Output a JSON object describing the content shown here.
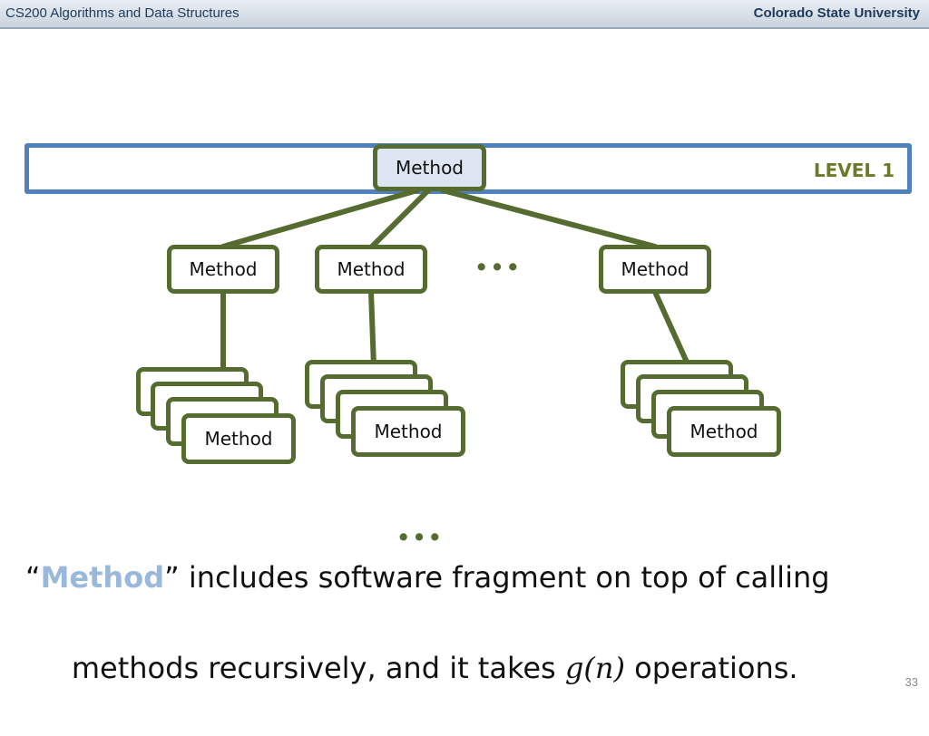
{
  "header": {
    "left_title": "CS200 Algorithms and Data Structures",
    "right_title": "Colorado State University"
  },
  "diagram": {
    "level_label": "LEVEL 1",
    "node_label": "Method",
    "ellipsis": "..."
  },
  "caption": {
    "open_quote": "“",
    "highlight": "Method",
    "close_quote_text": "” includes software fragment on top of calling",
    "line2_pre": " methods recursively, and it takes ",
    "italic": "g(n)",
    "line2_post": " operations."
  },
  "page_number": "33",
  "colors": {
    "node_border": "#556b2f",
    "level_border": "#4f81bd",
    "highlight": "#9ab8dc"
  }
}
